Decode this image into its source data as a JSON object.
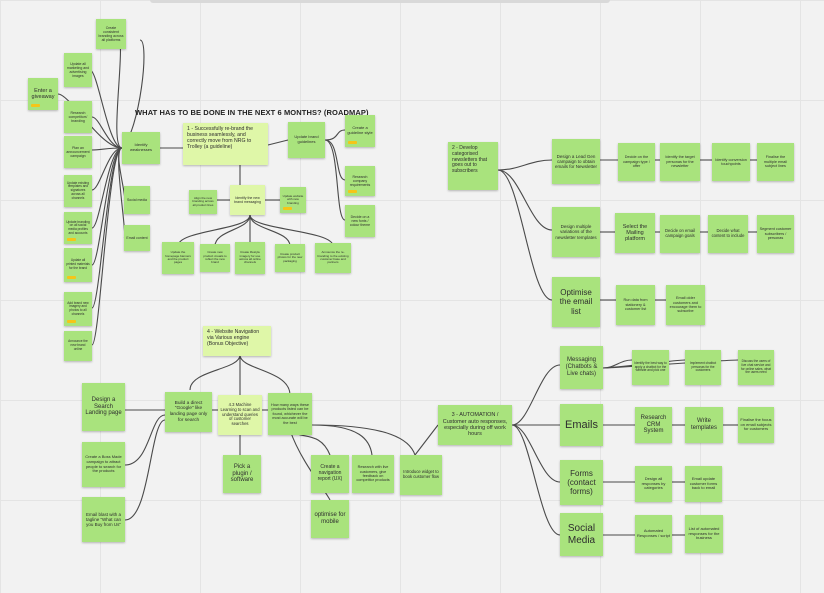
{
  "board": {
    "title": "WHAT HAS TO BE DONE IN THE NEXT 6 MONTHS? (ROADMAP)"
  },
  "colors": {
    "note": "#a9e37d",
    "note_light": "#dff7a8",
    "connector": "#4a4a4a",
    "tag": "#f5c518",
    "background": "#f2f2f2"
  },
  "roadmap": {
    "rebrand": "1 - Successfully re-brand the business seamlessly, and correctly move from NRG to Trolley (a guideline)",
    "hub": "Update brand guidelines",
    "left_hub": "Identify weaknesses",
    "left_mid": "Social media",
    "left_low": "Email content",
    "left_notes": [
      "Create consistent branding across all platforms",
      "Update all marketing and advertising images",
      "Enter a giveaway",
      "Research competitors' branding",
      "Plan an announcement campaign",
      "Update existing templates and signatures across all channels",
      "Update branding on all social media profiles and accounts",
      "Update all printed materials for the brand",
      "Add brand new imagery and photos to all channels",
      "Announce the new brand online"
    ],
    "right_notes": [
      "Create a guideline style",
      "Research company requirements",
      "Decide on a new fonts / colour theme"
    ],
    "mid_notes": [
      "Align the new branding across all product lines",
      "Identify the new brand messaging",
      "Update website with new branding"
    ],
    "bottom_notes": [
      "Update the homepage banners and the product pages",
      "Create new product visuals to reflect the new brand",
      "Create lifestyle imagery for use across all online channels",
      "Create product photos for the new packaging",
      "Announce the re-branding to the existing customer base and partners"
    ]
  },
  "newsletter": {
    "goal": "2 - Develop categorised newsletters that goes out to subscribers",
    "lead_gen": "Design a Lead Gen campaign to obtain emails for Newsletter",
    "lead_gen_notes": [
      "Decide on the campaign type / offer",
      "Identify the target personas for the newsletter",
      "Identify conversion touchpoints",
      "Finalise the multiple email subject lines"
    ],
    "variations": "Design multiple variations of the newsletter templates",
    "variation_notes": [
      "Select the Mailing platform",
      "Decide on email campaign goals",
      "Decide what content to include",
      "Segment customer subscribers / personas"
    ],
    "optimise": "Optimise the email list",
    "optimise_notes": [
      "Run data from stationery & customer list",
      "Email older customers and encourage them to subscribe"
    ]
  },
  "website": {
    "goal": "4 - Website Navigation via Various engine (Bonus Objective)",
    "left_notes": [
      "Design a Search Landing page",
      "Create a Boss Made campaign to attract people to search for the products",
      "Email blast with a tagline \"What can you Buy from Us\""
    ],
    "landing": "Build a direct \"Google\" like landing page only for search",
    "machine": "4.3 Machine Learning to scan and understand queries of customer searches",
    "hosting": "How many ways these products listed can be found, whichever the most accurate will be the best",
    "plugin": "Pick a plugin / software",
    "nav_report": "Create a navigation report (UX)",
    "research": "Research with live customers, give feedback on competitor products",
    "mobile": "optimise for mobile",
    "feedback": "Introduce widget to book customer flow"
  },
  "automation": {
    "goal": "3 - AUTOMATION / Customer auto responses, especially during off work hours",
    "messaging": "Messaging (Chatbots & Live chats)",
    "messaging_notes": [
      "Identify the best way to apply a chatbot for the website and pick one",
      "Implement chatbot personas for the customers",
      "Discuss the users of live chat service and for online sales, what the users need"
    ],
    "emails": "Emails",
    "email_notes": [
      "Research CRM System",
      "Write templates",
      "Finalise the focus on email subjects for customers"
    ],
    "forms": "Forms (contact forms)",
    "form_notes": [
      "Design all responses by categories",
      "Email update customer forms back to email"
    ],
    "social": "Social Media",
    "social_notes": [
      "Automated Responses / script",
      "List of automated responses for the business"
    ]
  }
}
